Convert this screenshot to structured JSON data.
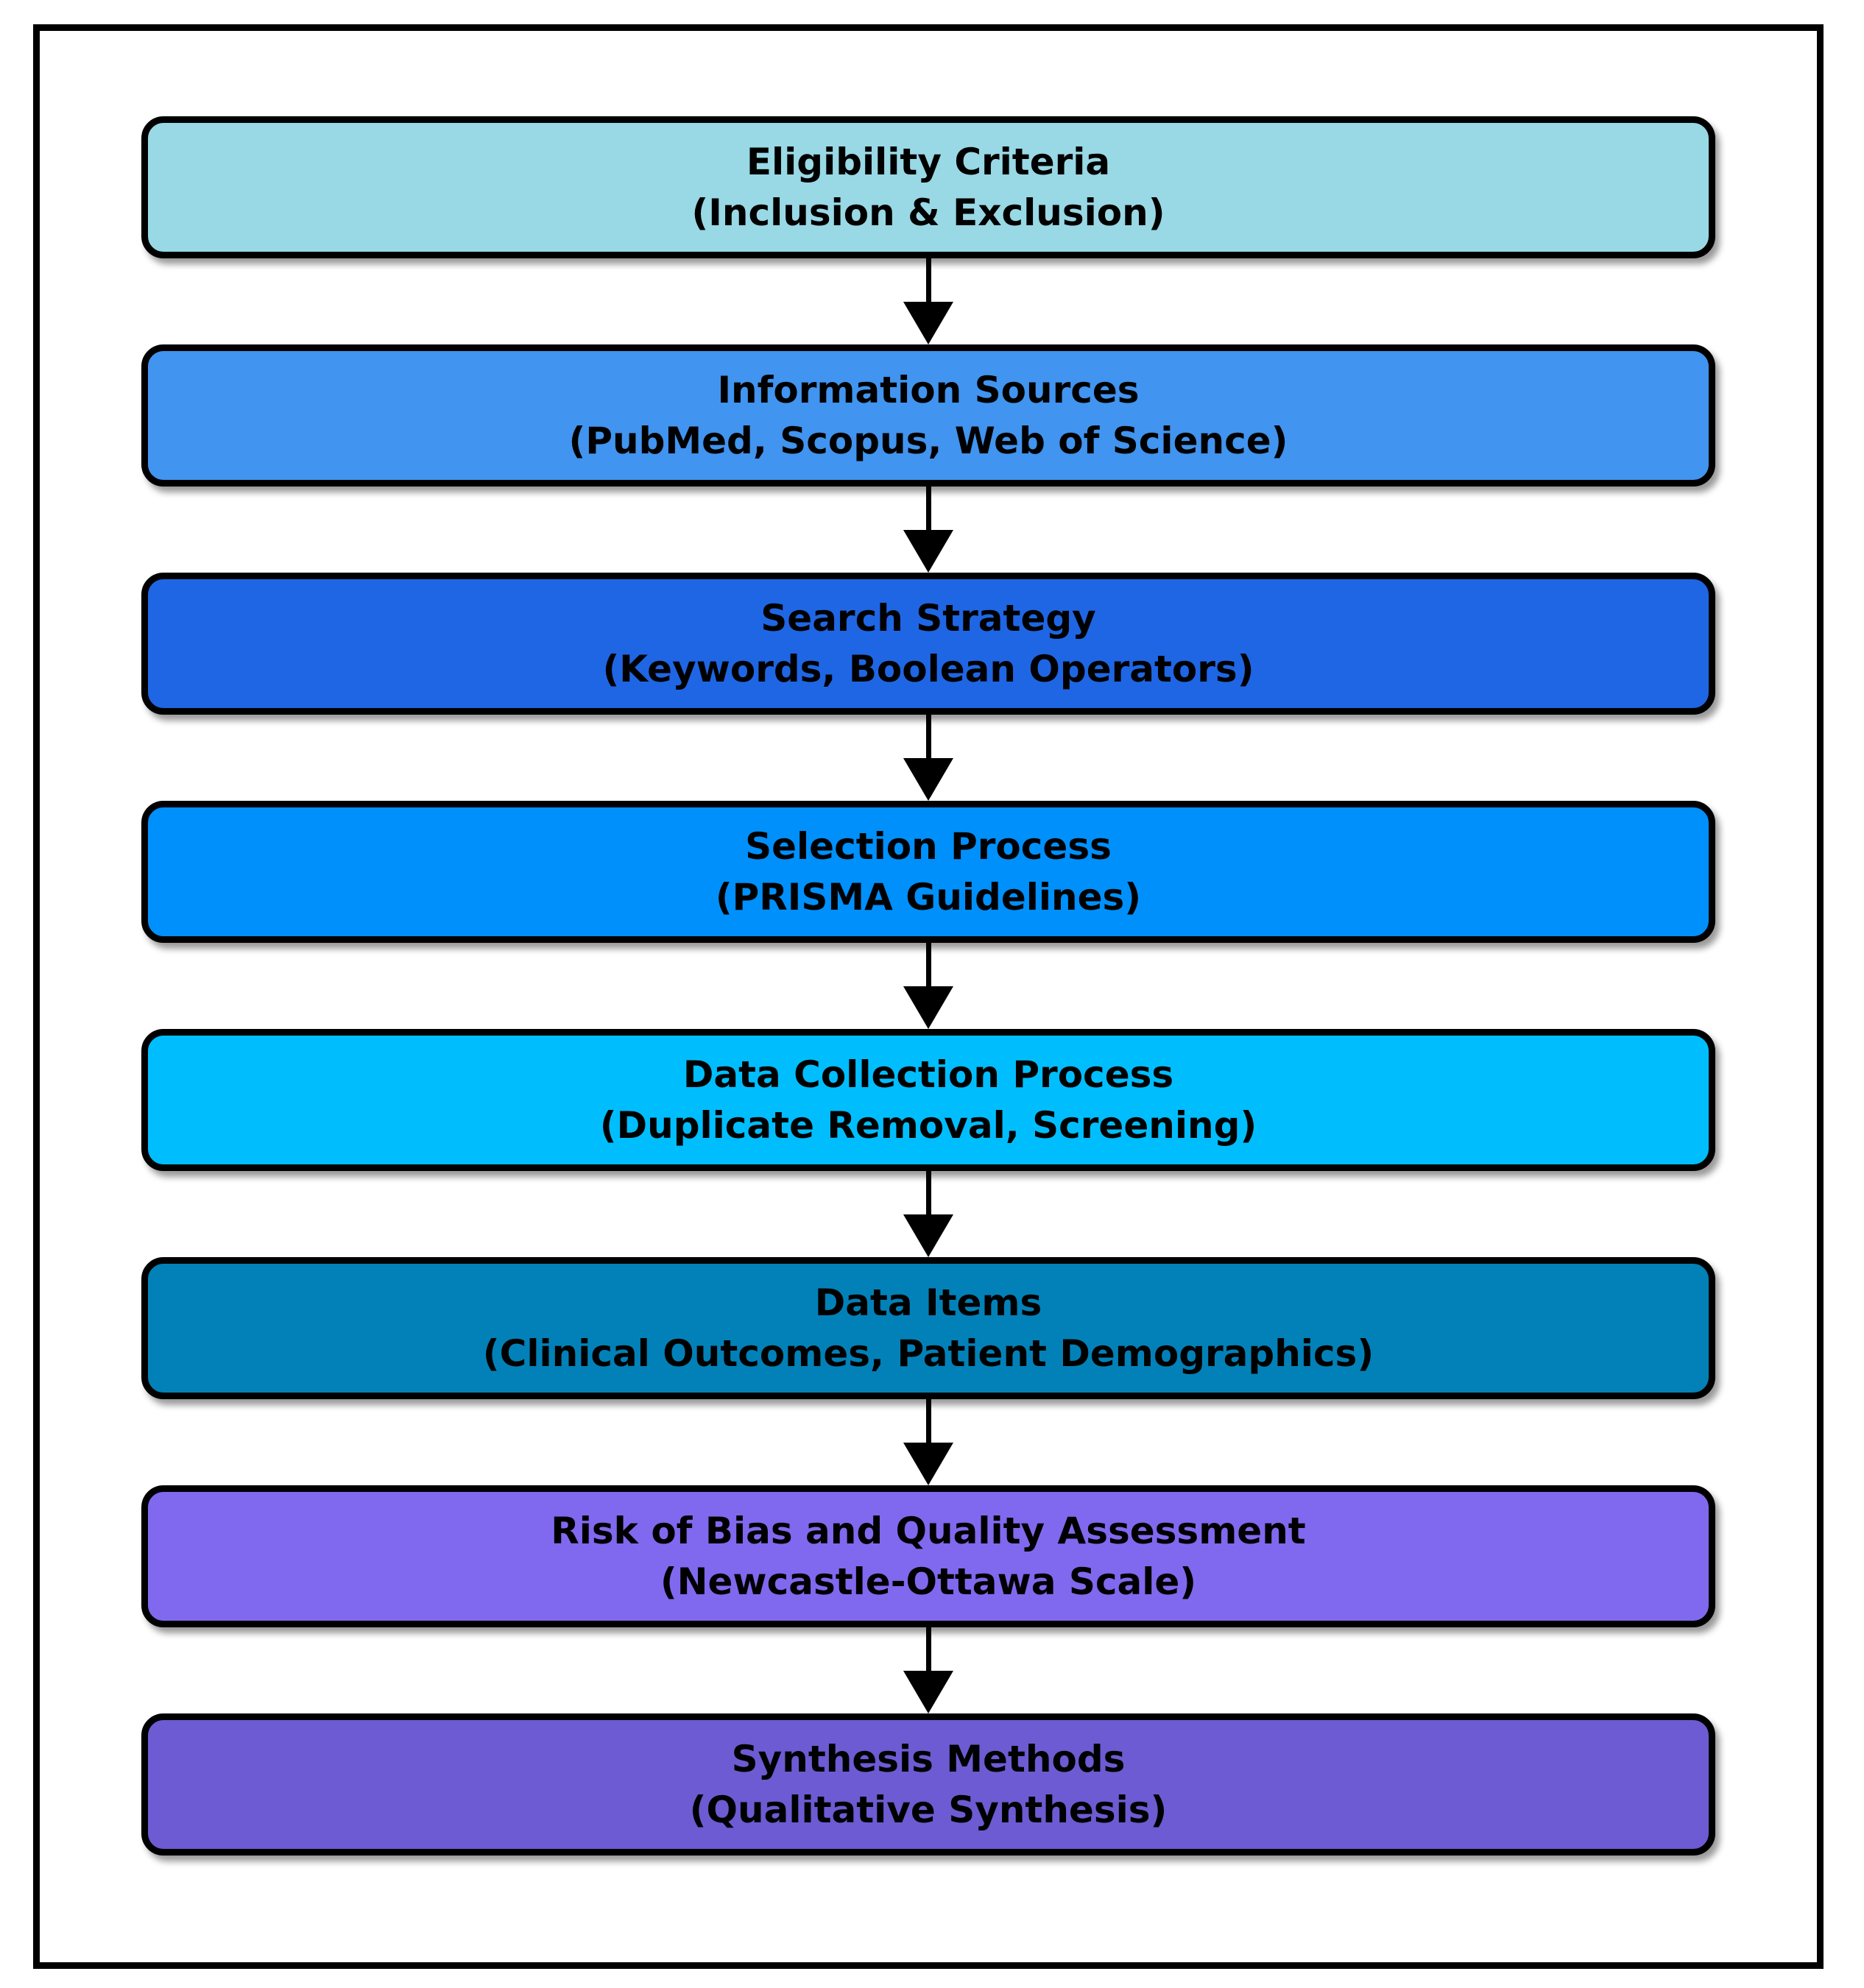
{
  "diagram": {
    "background": "#FFFFFF",
    "frame_border_color": "#000000",
    "node_border_color": "#000000",
    "text_color": "#000000",
    "arrow_color": "#000000",
    "nodes": [
      {
        "title": "Eligibility Criteria",
        "subtitle": "(Inclusion & Exclusion)",
        "color": "#99D8E5"
      },
      {
        "title": "Information Sources",
        "subtitle": "(PubMed, Scopus, Web of Science)",
        "color": "#4194EF"
      },
      {
        "title": "Search Strategy",
        "subtitle": "(Keywords, Boolean Operators)",
        "color": "#1F66E5"
      },
      {
        "title": "Selection Process",
        "subtitle": "(PRISMA Guidelines)",
        "color": "#0090FC"
      },
      {
        "title": "Data Collection Process",
        "subtitle": "(Duplicate Removal, Screening)",
        "color": "#00BEFD"
      },
      {
        "title": "Data Items",
        "subtitle": "(Clinical Outcomes, Patient Demographics)",
        "color": "#0281B8"
      },
      {
        "title": "Risk of Bias and Quality Assessment",
        "subtitle": "(Newcastle-Ottawa Scale)",
        "color": "#8069EF"
      },
      {
        "title": "Synthesis Methods",
        "subtitle": "(Qualitative Synthesis)",
        "color": "#6C5BD2"
      }
    ]
  }
}
